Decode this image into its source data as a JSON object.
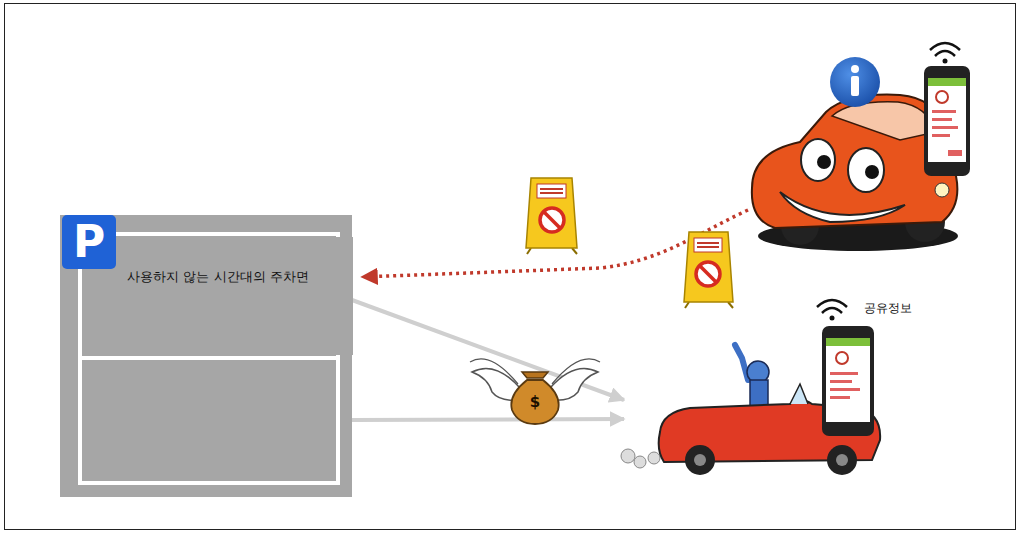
{
  "diagram": {
    "nodes": [
      {
        "text": [
          "사용하지 않는 시간대의 주차면"
        ]
      }
    ],
    "labels": [
      "P",
      "$",
      "공유정보"
    ]
  }
}
